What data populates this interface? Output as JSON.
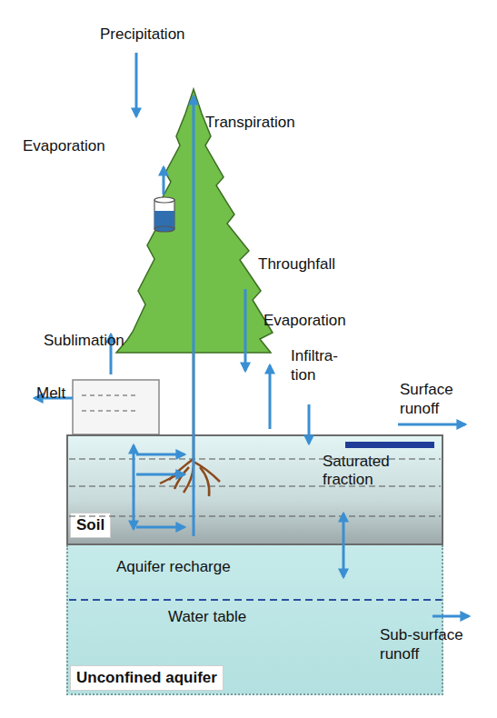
{
  "diagram": {
    "nodes": [
      {
        "text": [
          "Soil",
          "Saturated fraction"
        ]
      },
      {
        "text": [
          "Unconfined aquifer"
        ]
      }
    ],
    "edges": [
      {
        "from": 0,
        "to": 1,
        "arrow": "both",
        "label": "Aquifer recharge"
      }
    ],
    "labels": [
      "Precipitation",
      "Evaporation",
      "Transpiration",
      "Throughfall",
      "Evaporation",
      "Sublimation",
      "Melt",
      "Infiltra- tion",
      "Surface runoff",
      "Water table",
      "Sub-surface runoff"
    ]
  }
}
